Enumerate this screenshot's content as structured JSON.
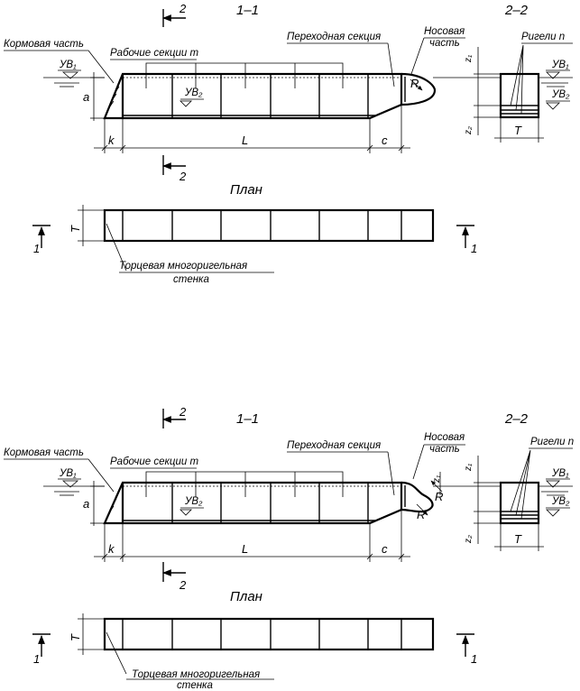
{
  "diagrams": [
    {
      "section_1_1": "1–1",
      "section_2_2": "2–2",
      "plan_title": "План",
      "stern_label": "Кормовая часть",
      "working_sections_label": "Рабочие секции m",
      "transition_label": "Переходная секция",
      "nose_label_line1": "Носовая",
      "nose_label_line2": "часть",
      "crossbars_label": "Ригели n",
      "uv1": "УВ₁",
      "uv2": "УВ₂",
      "dim_a": "a",
      "dim_k": "k",
      "dim_L": "L",
      "dim_c": "c",
      "dim_R": "R",
      "dim_T": "T",
      "dim_z1": "z₁",
      "dim_z2": "z₂",
      "cut_2": "2",
      "cut_1": "1",
      "end_wall_line1": "Торцевая многоригельная",
      "end_wall_line2": "стенка"
    },
    {
      "section_1_1": "1–1",
      "section_2_2": "2–2",
      "plan_title": "План",
      "stern_label": "Кормовая часть",
      "working_sections_label": "Рабочие секции m",
      "transition_label": "Переходная секция",
      "nose_label_line1": "Носовая",
      "nose_label_line2": "часть",
      "crossbars_label": "Ригели n",
      "uv1": "УВ₁",
      "uv2": "УВ₂",
      "dim_a": "a",
      "dim_k": "k",
      "dim_L": "L",
      "dim_c": "c",
      "dim_R": "R",
      "dim_T": "T",
      "dim_z1": "z₁",
      "dim_z2": "z₂",
      "cut_2": "2",
      "cut_1": "1",
      "end_wall_line1": "Торцевая многоригельная",
      "end_wall_line2": "стенка"
    }
  ]
}
